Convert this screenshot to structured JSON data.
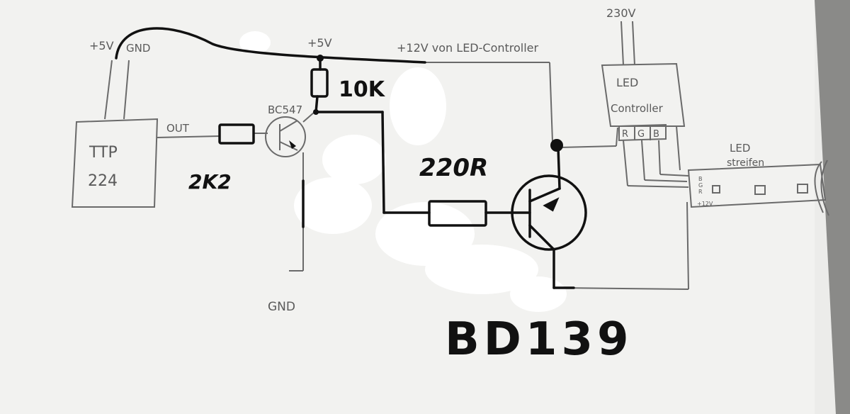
{
  "sheet": {
    "paper_color": "#f3f3f1",
    "ink_color": "#111111",
    "pencil_color": "#666666"
  },
  "labels": {
    "plus5v_left": "+5V",
    "gnd_top": "GND",
    "plus5v_top": "+5V",
    "plus12v": "+12V von LED-Controller",
    "v230": "230V",
    "r10k": "10K",
    "bc547": "BC547",
    "out": "OUT",
    "ttp_line1": "TTP",
    "ttp_line2": "224",
    "r2k2": "2K2",
    "r220": "220R",
    "gnd_bottom": "GND",
    "bd139": "BD139",
    "led_ctrl_line1": "LED",
    "led_ctrl_line2": "Controller",
    "rgb_r": "R",
    "rgb_g": "G",
    "rgb_b": "B",
    "led_strip_line1": "LED",
    "led_strip_line2": "streifen",
    "strip_b": "B",
    "strip_g": "G",
    "strip_r": "R",
    "strip_12v": "+12V"
  }
}
